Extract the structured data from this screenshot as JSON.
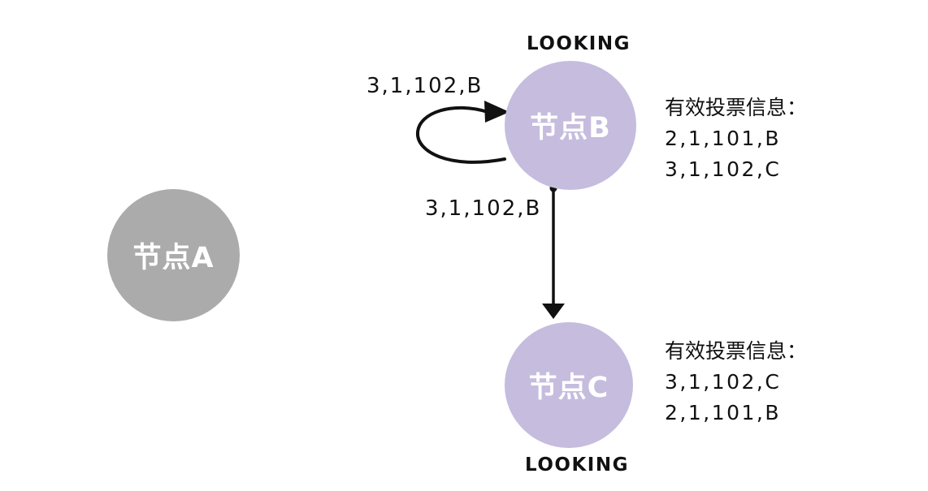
{
  "colors": {
    "node_a_fill": "#ababab",
    "node_b_fill": "#c6bcde",
    "node_c_fill": "#c6bcde",
    "node_text": "#ffffff",
    "arrow": "#111111",
    "text": "#111111",
    "background": "#ffffff"
  },
  "nodes": {
    "a": {
      "label": "节点A"
    },
    "b": {
      "label": "节点B",
      "status": "LOOKING"
    },
    "c": {
      "label": "节点C",
      "status": "LOOKING"
    }
  },
  "edges": {
    "b_self_loop": {
      "label": "3,1,102,B"
    },
    "b_to_c": {
      "label": "3,1,102,B"
    }
  },
  "votes_b": {
    "title": "有效投票信息：",
    "lines": [
      "2,1,101,B",
      "3,1,102,C"
    ]
  },
  "votes_c": {
    "title": "有效投票信息：",
    "lines": [
      "3,1,102,C",
      "2,1,101,B"
    ]
  }
}
